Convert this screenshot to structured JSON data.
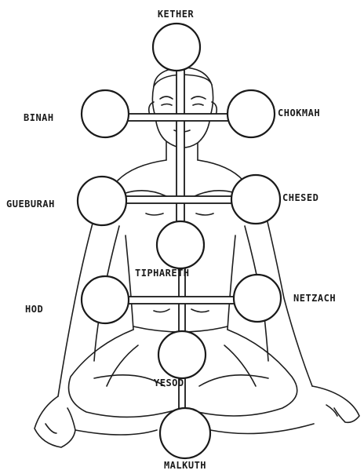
{
  "sephiroth": {
    "kether": "KETHER",
    "chokmah": "CHOKMAH",
    "binah": "BINAH",
    "chesed": "CHESED",
    "geburah": "GUEBURAH",
    "tiphareth": "TIPHARETH",
    "netzach": "NETZACH",
    "hod": "HOD",
    "yesod": "YESOD",
    "malkuth": "MALKUTH"
  },
  "colors": {
    "ink": "#1a1a1a",
    "paper": "#ffffff"
  }
}
